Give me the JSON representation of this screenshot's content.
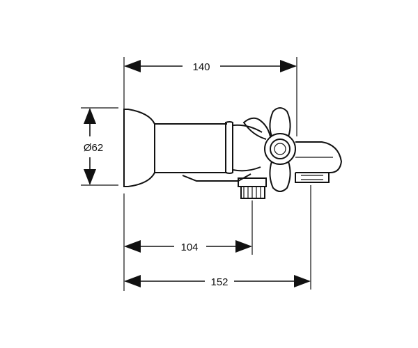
{
  "drawing": {
    "dimensions": {
      "top_width": "140",
      "diameter": "Ø62",
      "inlet_offset": "104",
      "total_length": "152"
    }
  }
}
